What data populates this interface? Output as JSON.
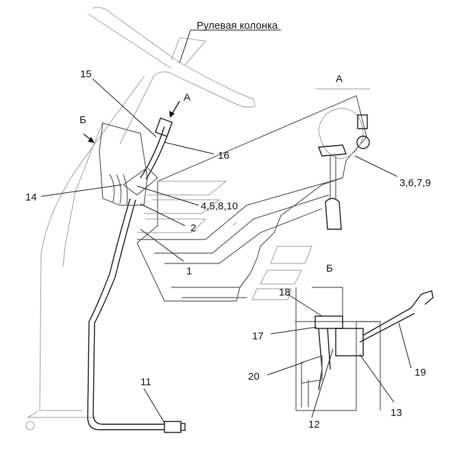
{
  "diagram": {
    "title_label": "Рулевая колонка",
    "view_a_title": "А",
    "view_b_title": "Б",
    "view_a_arrow": "А",
    "view_b_arrow": "Б",
    "callouts": {
      "c1": "1",
      "c2": "2",
      "c11": "11",
      "c12": "12",
      "c13": "13",
      "c14": "14",
      "c15": "15",
      "c16": "16",
      "c17": "17",
      "c18": "18",
      "c19": "19",
      "c20": "20",
      "c3679": "3,6,7,9",
      "c45810": "4,5,8,10"
    }
  }
}
